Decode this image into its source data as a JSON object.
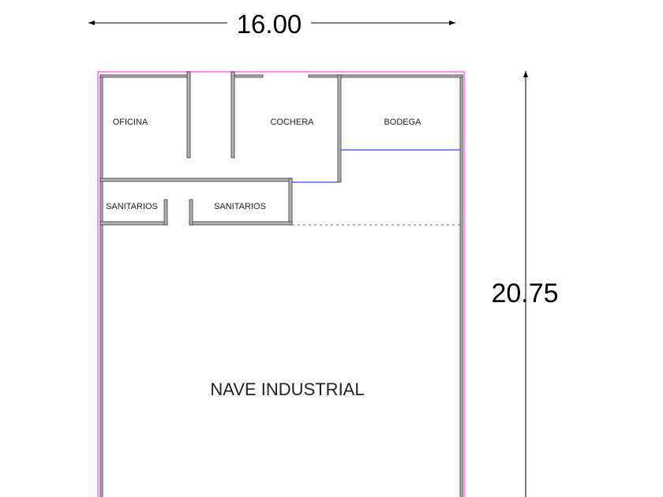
{
  "dimensions": {
    "width": "16.00",
    "height": "20.75"
  },
  "rooms": {
    "oficina": "OFICINA",
    "cochera": "COCHERA",
    "bodega": "BODEGA",
    "sanitarios_1": "SANITARIOS",
    "sanitarios_2": "SANITARIOS",
    "nave": "NAVE INDUSTRIAL"
  },
  "colors": {
    "boundary": "#ff66ff",
    "wall": "#b5b5b5",
    "opening": "#3344ff"
  }
}
